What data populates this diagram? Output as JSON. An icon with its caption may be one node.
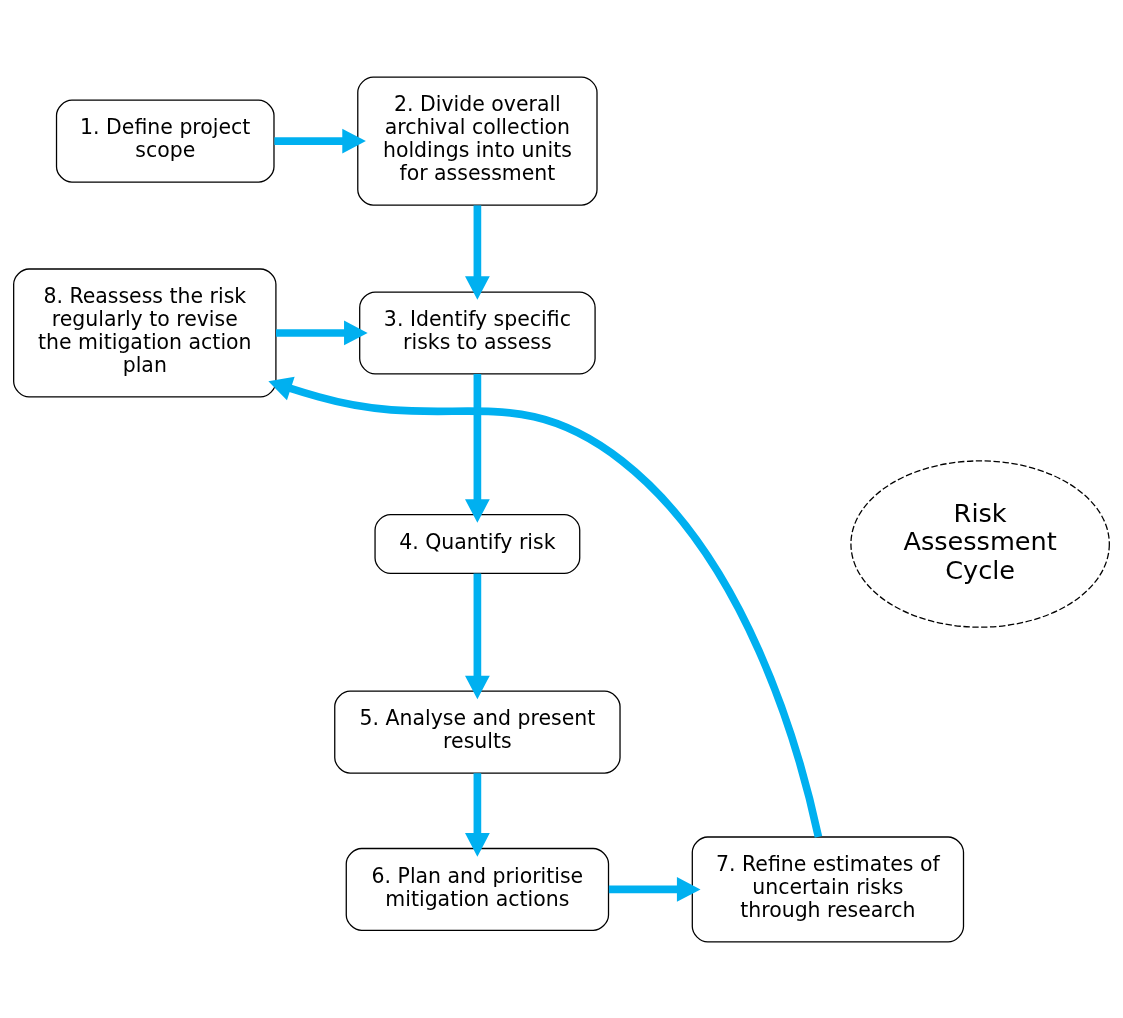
{
  "diagram": {
    "nodes": [
      {
        "text": [
          "1. Define project scope"
        ]
      },
      {
        "text": [
          "2. Divide overall archival collection holdings into units for assessment"
        ]
      },
      {
        "text": [
          "3. Identify specific risks to assess"
        ]
      },
      {
        "text": [
          "4. Quantify risk"
        ]
      },
      {
        "text": [
          "5. Analyse and present results"
        ]
      },
      {
        "text": [
          "6. Plan and prioritise mitigation actions"
        ]
      },
      {
        "text": [
          "7. Refine estimates of uncertain risks through research"
        ]
      },
      {
        "text": [
          "8. Reassess the risk regularly to revise the mitigation action plan"
        ]
      },
      {
        "text": [
          "Risk Assessment Cycle"
        ]
      }
    ],
    "edges": [
      {
        "from": 0,
        "to": 1,
        "arrow": "to"
      },
      {
        "from": 1,
        "to": 2,
        "arrow": "to"
      },
      {
        "from": 2,
        "to": 3,
        "arrow": "to"
      },
      {
        "from": 3,
        "to": 4,
        "arrow": "to"
      },
      {
        "from": 4,
        "to": 5,
        "arrow": "to"
      },
      {
        "from": 5,
        "to": 6,
        "arrow": "to"
      },
      {
        "from": 6,
        "to": 7,
        "arrow": "to"
      },
      {
        "from": 7,
        "to": 2,
        "arrow": "to"
      }
    ]
  }
}
